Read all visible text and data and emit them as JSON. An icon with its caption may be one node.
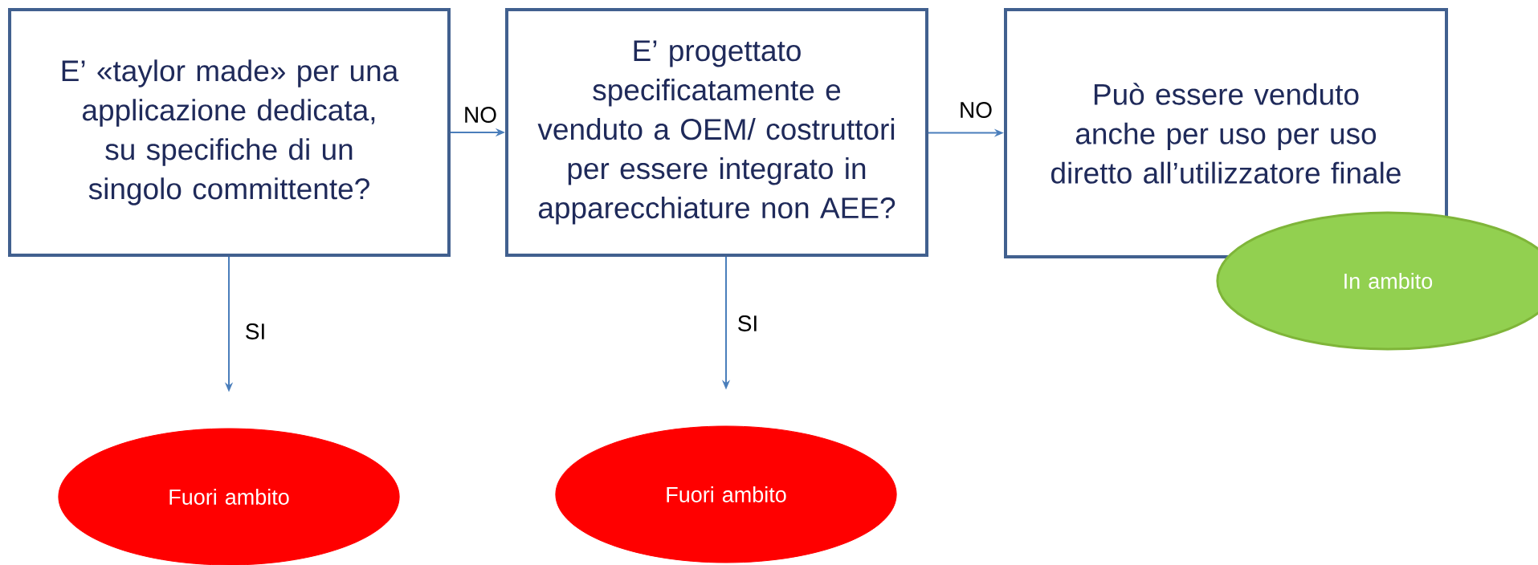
{
  "diagram": {
    "nodes": [
      {
        "text": [
          "E’ «taylor made» per una applicazione dedicata, su specifiche di un singolo committente?"
        ]
      },
      {
        "text": [
          "E’ progettato specificatamente e venduto a OEM/ costruttori per essere integrato in apparecchiature non AEE?"
        ]
      },
      {
        "text": [
          "Può essere venduto anche per uso per uso diretto all’utilizzatore finale"
        ]
      },
      {
        "text": [
          "In ambito"
        ]
      },
      {
        "text": [
          "Fuori ambito"
        ]
      },
      {
        "text": [
          "Fuori ambito"
        ]
      }
    ],
    "edges": [
      {
        "from": 0,
        "to": 1,
        "arrow": "to",
        "label": "NO"
      },
      {
        "from": 1,
        "to": 2,
        "arrow": "to",
        "label": "NO"
      },
      {
        "from": 0,
        "to": 4,
        "arrow": "to",
        "label": "SI"
      },
      {
        "from": 1,
        "to": 5,
        "arrow": "to",
        "label": "SI"
      }
    ]
  }
}
